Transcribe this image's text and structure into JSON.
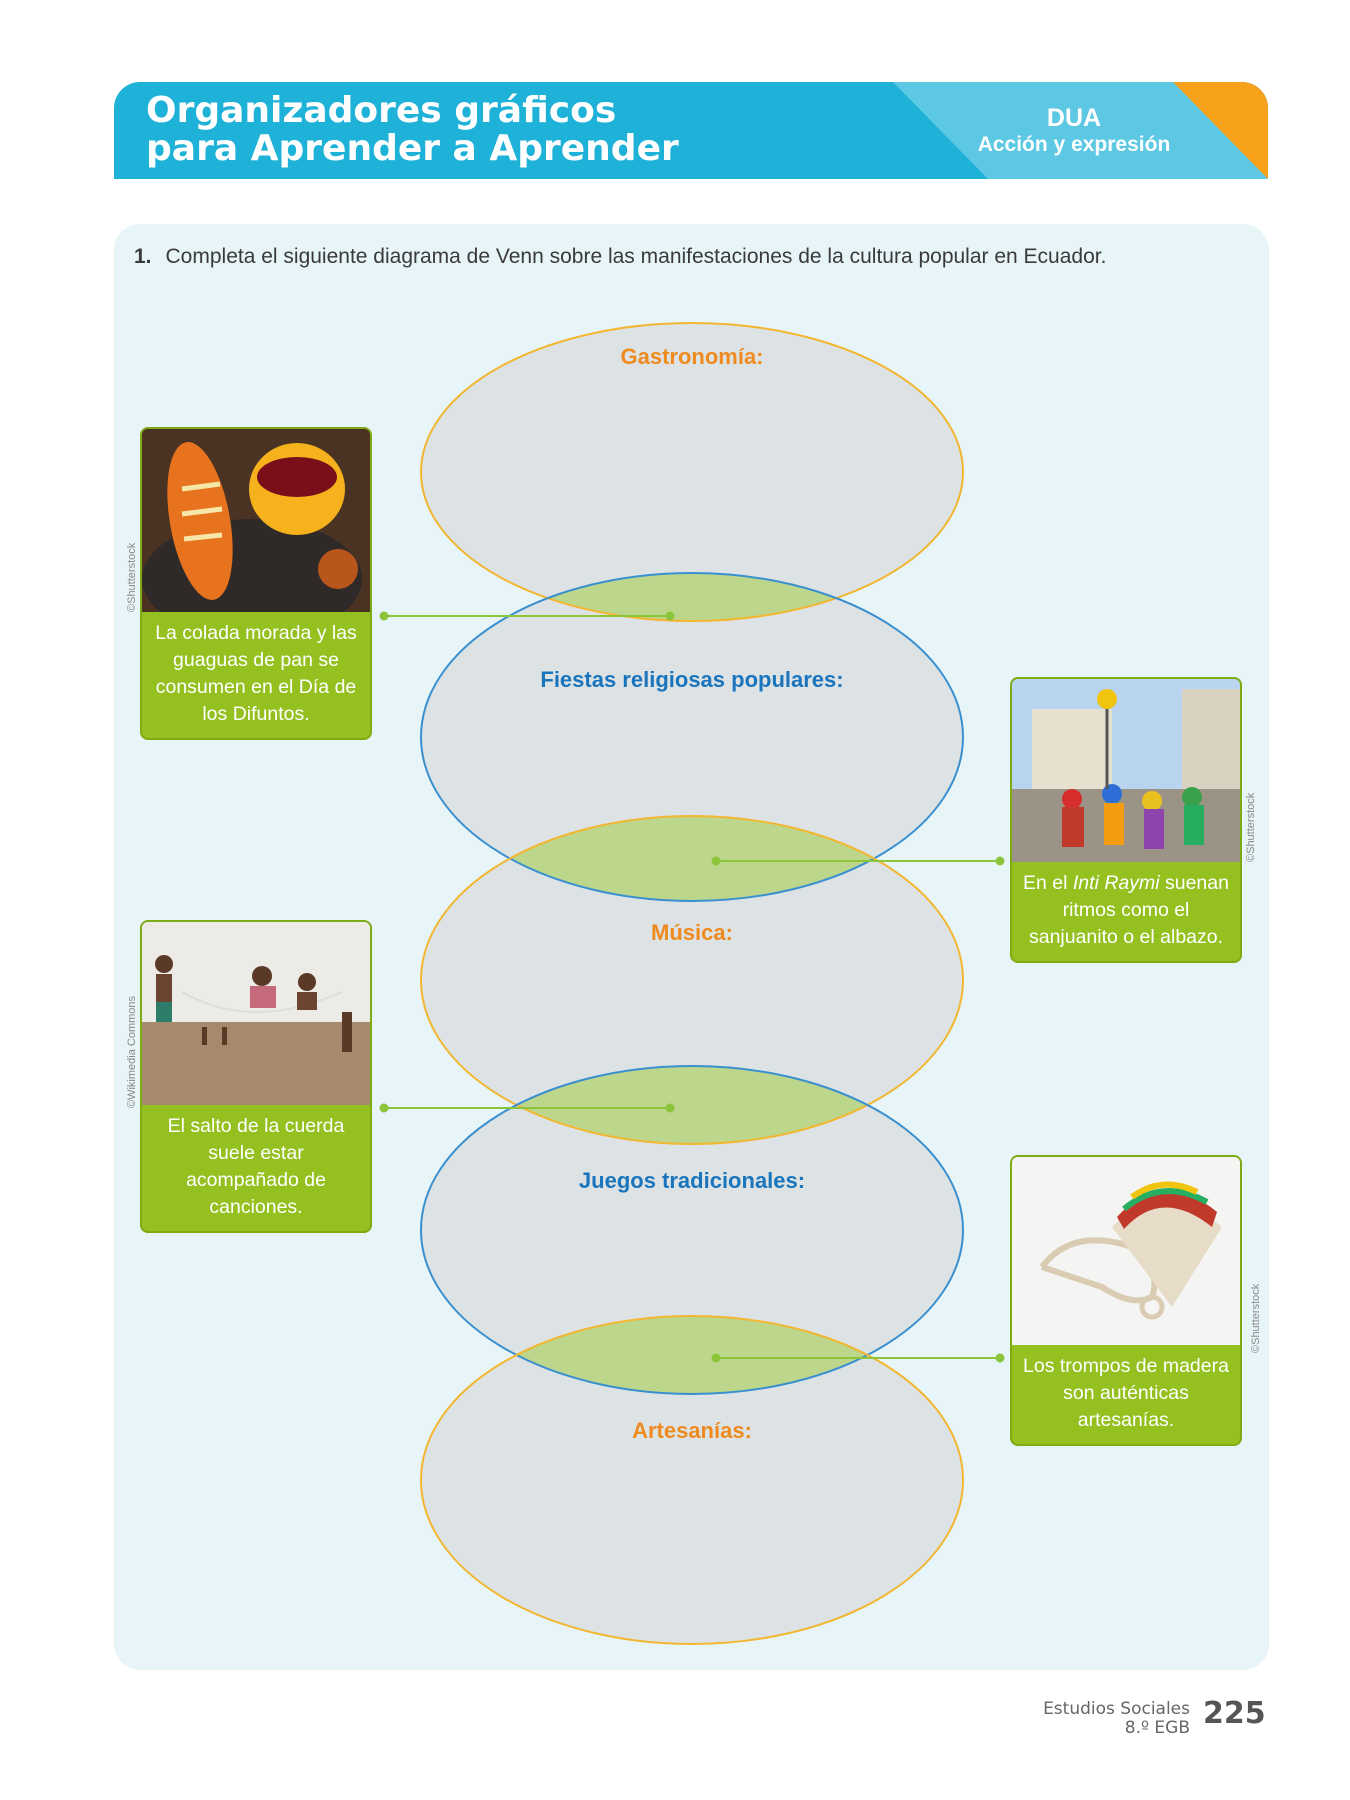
{
  "header": {
    "title_line1": "Organizadores gráficos",
    "title_line2": "para Aprender a Aprender",
    "dua_label": "DUA",
    "dua_sub": "Acción y expresión"
  },
  "exercise": {
    "number": "1.",
    "instruction": "Completa el siguiente diagrama de Venn sobre las manifestaciones de la cultura popular en Ecuador."
  },
  "venn": {
    "circles": [
      {
        "label": "Gastronomía:",
        "color": "#ef8a1f"
      },
      {
        "label": "Fiestas religiosas populares:",
        "color": "#1a75bd"
      },
      {
        "label": "Música:",
        "color": "#ef8a1f"
      },
      {
        "label": "Juegos tradicionales:",
        "color": "#1a75bd"
      },
      {
        "label": "Artesanías:",
        "color": "#ef8a1f"
      }
    ],
    "overlap_color": "#b9d58a"
  },
  "cards": [
    {
      "caption": "La colada morada y las guaguas de pan se consumen en el Día de los Difuntos.",
      "credit": "©Shutterstock"
    },
    {
      "caption_pre": "En el ",
      "caption_em": "Inti Raymi",
      "caption_post": " suenan ritmos como el sanjuanito o el albazo.",
      "credit": "©Shutterstock"
    },
    {
      "caption": "El salto de la cuerda suele estar acompañado de canciones.",
      "credit": "©Wikimedia Commons"
    },
    {
      "caption": "Los trompos de madera son auténticas artesanías.",
      "credit": "©Shutterstock"
    }
  ],
  "footer": {
    "subject": "Estudios Sociales",
    "grade": "8.º EGB",
    "page": "225"
  },
  "colors": {
    "banner": "#1fb2d8",
    "banner_light": "#5dc8e3",
    "corner": "#f7a11a",
    "panel": "#e8f5f8",
    "card_green": "#94c120"
  }
}
